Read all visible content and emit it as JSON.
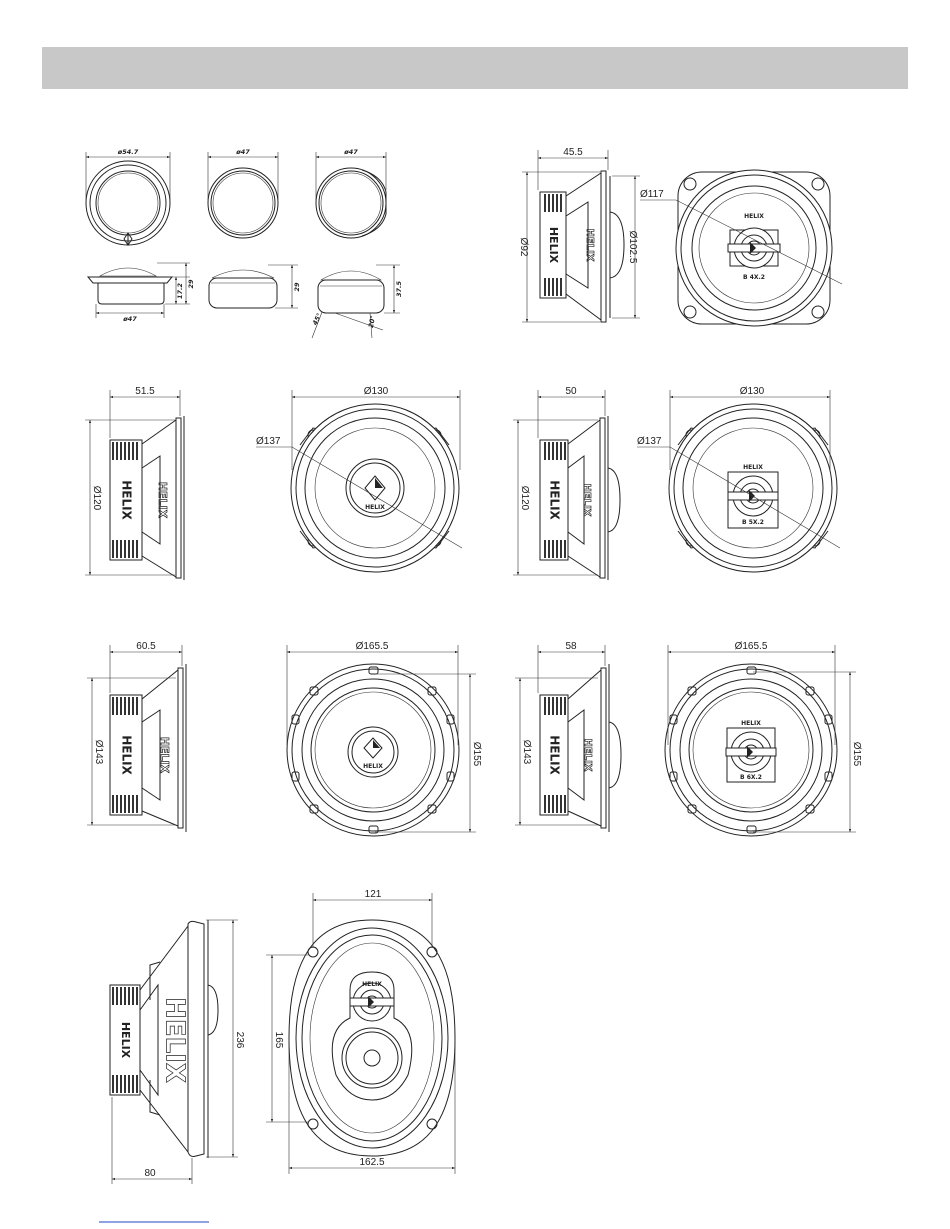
{
  "colors": {
    "header_bar": "#c8c8c8",
    "line": "#222222",
    "link": "#2244cc"
  },
  "tweeters": {
    "front_1_diameter": "ø54.7",
    "front_2_diameter": "ø47",
    "front_3_diameter": "ø47",
    "side_1_diameter": "ø47",
    "side_1_flange_height": "17.2",
    "side_1_height": "29",
    "side_2_height": "29",
    "side_3_height": "37.5",
    "side_3_angle_1": "45°",
    "side_3_angle_2": "20°"
  },
  "coax_4": {
    "depth": "45.5",
    "cutout": "Ø92",
    "frame": "Ø102.5",
    "mounting": "Ø117",
    "brand": "HELIX",
    "model": "B 4X.2"
  },
  "component_5": {
    "depth": "51.5",
    "cutout": "Ø120",
    "width": "Ø130",
    "mounting": "Ø137",
    "brand": "HELIX"
  },
  "coax_5": {
    "depth": "50",
    "cutout": "Ø120",
    "width": "Ø130",
    "mounting": "Ø137",
    "brand": "HELIX",
    "model": "B 5X.2"
  },
  "component_6": {
    "depth": "60.5",
    "cutout": "Ø143",
    "width": "Ø165.5",
    "height": "Ø155",
    "brand": "HELIX"
  },
  "coax_6": {
    "depth": "58",
    "cutout": "Ø143",
    "width": "Ø165.5",
    "height": "Ø155",
    "brand": "HELIX",
    "model": "B 6X.2"
  },
  "triax_69": {
    "width": "121",
    "height": "165",
    "depth": "80",
    "frame_height": "236",
    "frame_width": "162.5",
    "brand": "HELIX"
  }
}
